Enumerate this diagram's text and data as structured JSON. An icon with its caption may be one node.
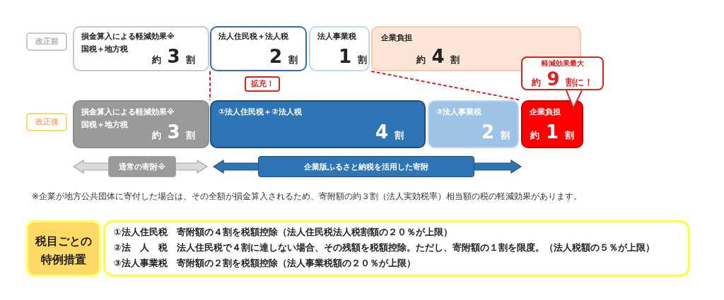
{
  "diagram": {
    "nodes": [
      {
        "text": [
          "改正前"
        ]
      },
      {
        "text": [
          "損金算入による軽減効果※",
          "国税＋地方税",
          "約 3 割"
        ]
      },
      {
        "text": [
          "法人住民税＋法人税",
          "2 割"
        ]
      },
      {
        "text": [
          "法人事業税",
          "1 割"
        ]
      },
      {
        "text": [
          "企業負担",
          "約 4 割"
        ]
      },
      {
        "text": [
          "軽減効果最大",
          "約 9 割に！"
        ]
      },
      {
        "text": [
          "拡充！"
        ]
      },
      {
        "text": [
          "改正後"
        ]
      },
      {
        "text": [
          "損金算入による軽減効果※",
          "国税＋地方税",
          "約 3 割"
        ]
      },
      {
        "text": [
          "①法人住民税＋②法人税",
          "4 割"
        ]
      },
      {
        "text": [
          "③法人事業税",
          "2 割"
        ]
      },
      {
        "text": [
          "企業負担",
          "約 1 割"
        ]
      },
      {
        "text": [
          "通常の寄附※"
        ]
      },
      {
        "text": [
          "企業版ふるさと納税を活用した寄附"
        ]
      },
      {
        "text": [
          "税目ごとの特例措置"
        ]
      },
      {
        "text": [
          "①法人住民税　寄附額の４割を税額控除（法人住民税法人税割額の２０％が上限）",
          "②法　人　税　法人住民税で４割に達しない場合、その残額を税額控除。ただし、寄附額の１割を限度。（法人税額の５％が上限）",
          "③法人事業税　寄附額の２割を税額控除（法人事業税額の２０％が上限）"
        ]
      }
    ],
    "edges": [
      {
        "from": 2,
        "to": 9,
        "arrow": "none",
        "style": "dashed",
        "color": "#e02020"
      },
      {
        "from": 4,
        "to": 11,
        "arrow": "none",
        "style": "dashed",
        "color": "#e02020"
      }
    ],
    "labels": [
      "※企業が地方公共団体に寄付した場合は、その全額が損金算入されるため、寄附額の約３割（法人実効税率）相当額の税の軽減効果があります。"
    ]
  }
}
